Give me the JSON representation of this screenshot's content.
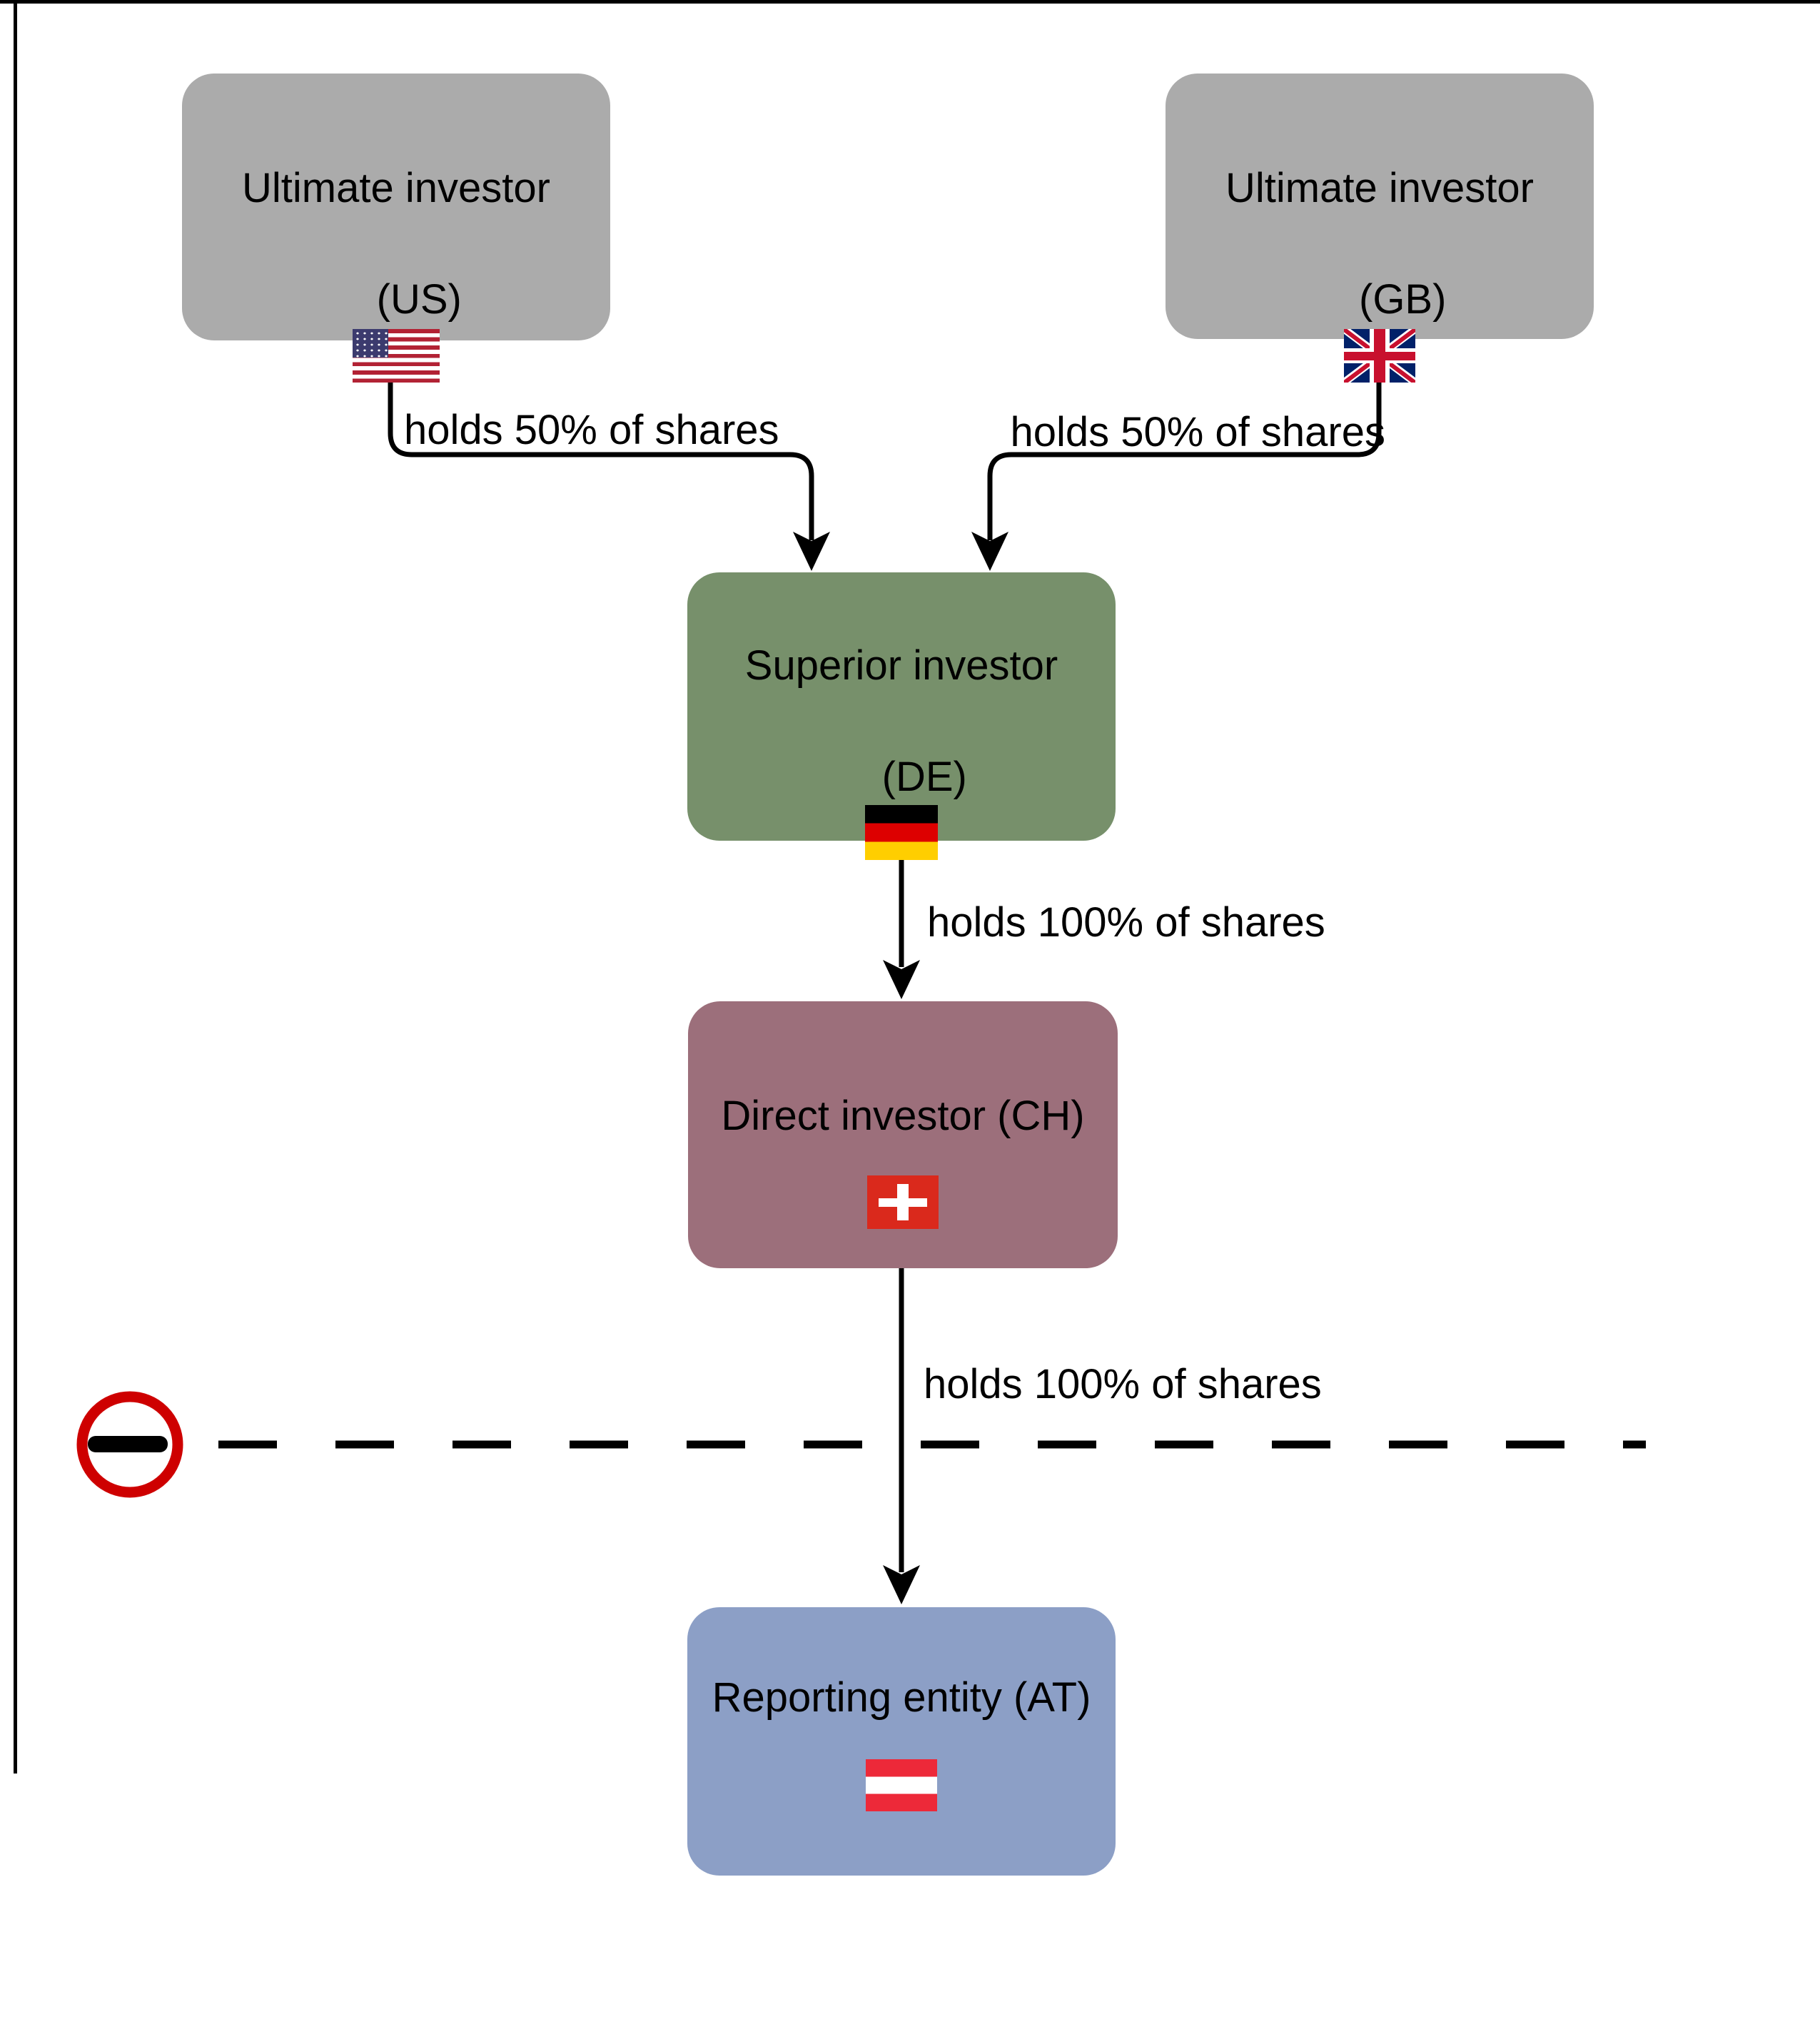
{
  "diagram_title": "Investment chain / reporting entity ownership diagram",
  "nodes": {
    "us": {
      "line1": "Ultimate investor",
      "line2": "(US)",
      "country": "United States",
      "flag_icon": "us-flag-icon",
      "fill": "#ABABAB"
    },
    "gb": {
      "line1": "Ultimate investor",
      "line2": "(GB)",
      "country": "United Kingdom",
      "flag_icon": "gb-flag-icon",
      "fill": "#ABABAB"
    },
    "de": {
      "line1": "Superior investor",
      "line2": "(DE)",
      "country": "Germany",
      "flag_icon": "de-flag-icon",
      "fill": "#77906B"
    },
    "ch": {
      "label": "Direct investor (CH)",
      "country": "Switzerland",
      "flag_icon": "ch-flag-icon",
      "fill": "#9C6F7B"
    },
    "at": {
      "label": "Reporting entity (AT)",
      "country": "Austria",
      "flag_icon": "at-flag-icon",
      "fill": "#8C9FC6"
    }
  },
  "edges": {
    "us_de": {
      "label": "holds 50% of shares"
    },
    "gb_de": {
      "label": "holds 50% of shares"
    },
    "de_ch": {
      "label": "holds 100% of shares"
    },
    "ch_at": {
      "label": "holds 100% of shares"
    }
  },
  "boundary": {
    "icon": "no-entry-icon",
    "meaning": "national border / reporting boundary",
    "ring_color": "#CE0000",
    "bar_color": "#000000",
    "line_style": "dashed"
  },
  "colors": {
    "background": "#FFFFFF",
    "text": "#000000",
    "connector": "#000000",
    "frame": "#000000",
    "gray_box": "#ABABAB",
    "green_box": "#77906B",
    "maroon_box": "#9C6F7B",
    "blue_box": "#8C9FC6",
    "us_flag_red": "#B22234",
    "us_flag_blue": "#3C3B6E",
    "gb_flag_blue": "#012169",
    "gb_flag_red": "#C8102E",
    "de_flag_red": "#DD0000",
    "de_flag_gold": "#FFCE00",
    "ch_flag_red": "#DA291C",
    "at_flag_red": "#ED2939"
  }
}
